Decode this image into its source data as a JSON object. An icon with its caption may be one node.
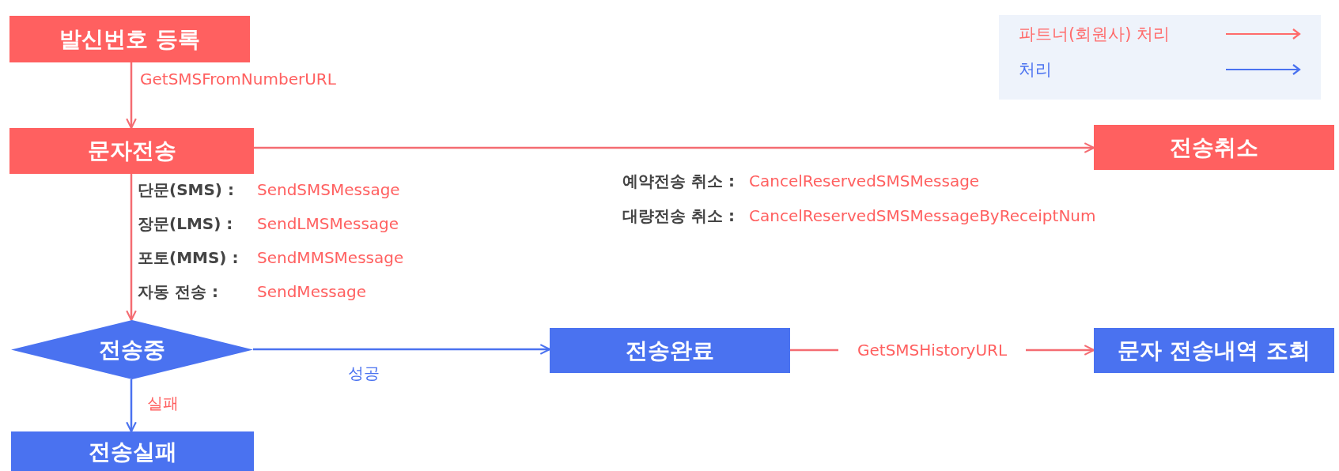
{
  "diagram": {
    "nodes": [
      {
        "text": [
          "발신번호 등록"
        ]
      },
      {
        "text": [
          "문자전송"
        ]
      },
      {
        "text": [
          "전송취소"
        ]
      },
      {
        "text": [
          "전송중"
        ]
      },
      {
        "text": [
          "전송완료"
        ]
      },
      {
        "text": [
          "문자 전송내역 조회"
        ]
      },
      {
        "text": [
          "전송실패"
        ]
      }
    ],
    "edges": [
      {
        "from": 0,
        "to": 1,
        "arrow": "to",
        "label": "GetSMSFromNumberURL"
      },
      {
        "from": 1,
        "to": 2,
        "arrow": "to"
      },
      {
        "from": 1,
        "to": 3,
        "arrow": "to"
      },
      {
        "from": 3,
        "to": 4,
        "arrow": "to",
        "label": "성공",
        "color": "#4a72f0"
      },
      {
        "from": 3,
        "to": 6,
        "arrow": "to",
        "label": "실패",
        "color": "#4a72f0"
      },
      {
        "from": 4,
        "to": 5,
        "arrow": "to",
        "label": "GetSMSHistoryURL"
      }
    ],
    "labels": [
      "단문(SMS) :",
      "SendSMSMessage",
      "장문(LMS) :",
      "SendLMSMessage",
      "포토(MMS) :",
      "SendMMSMessage",
      "자동 전송 :",
      "SendMessage",
      "예약전송 취소 :",
      "CancelReservedSMSMessage",
      "대량전송 취소 :",
      "CancelReservedSMSMessageByReceiptNum"
    ],
    "legend": [
      {
        "text": "파트너(회원사) 처리",
        "color": "#ff6b6b"
      },
      {
        "text": "처리",
        "color": "#4a72f0"
      }
    ]
  }
}
